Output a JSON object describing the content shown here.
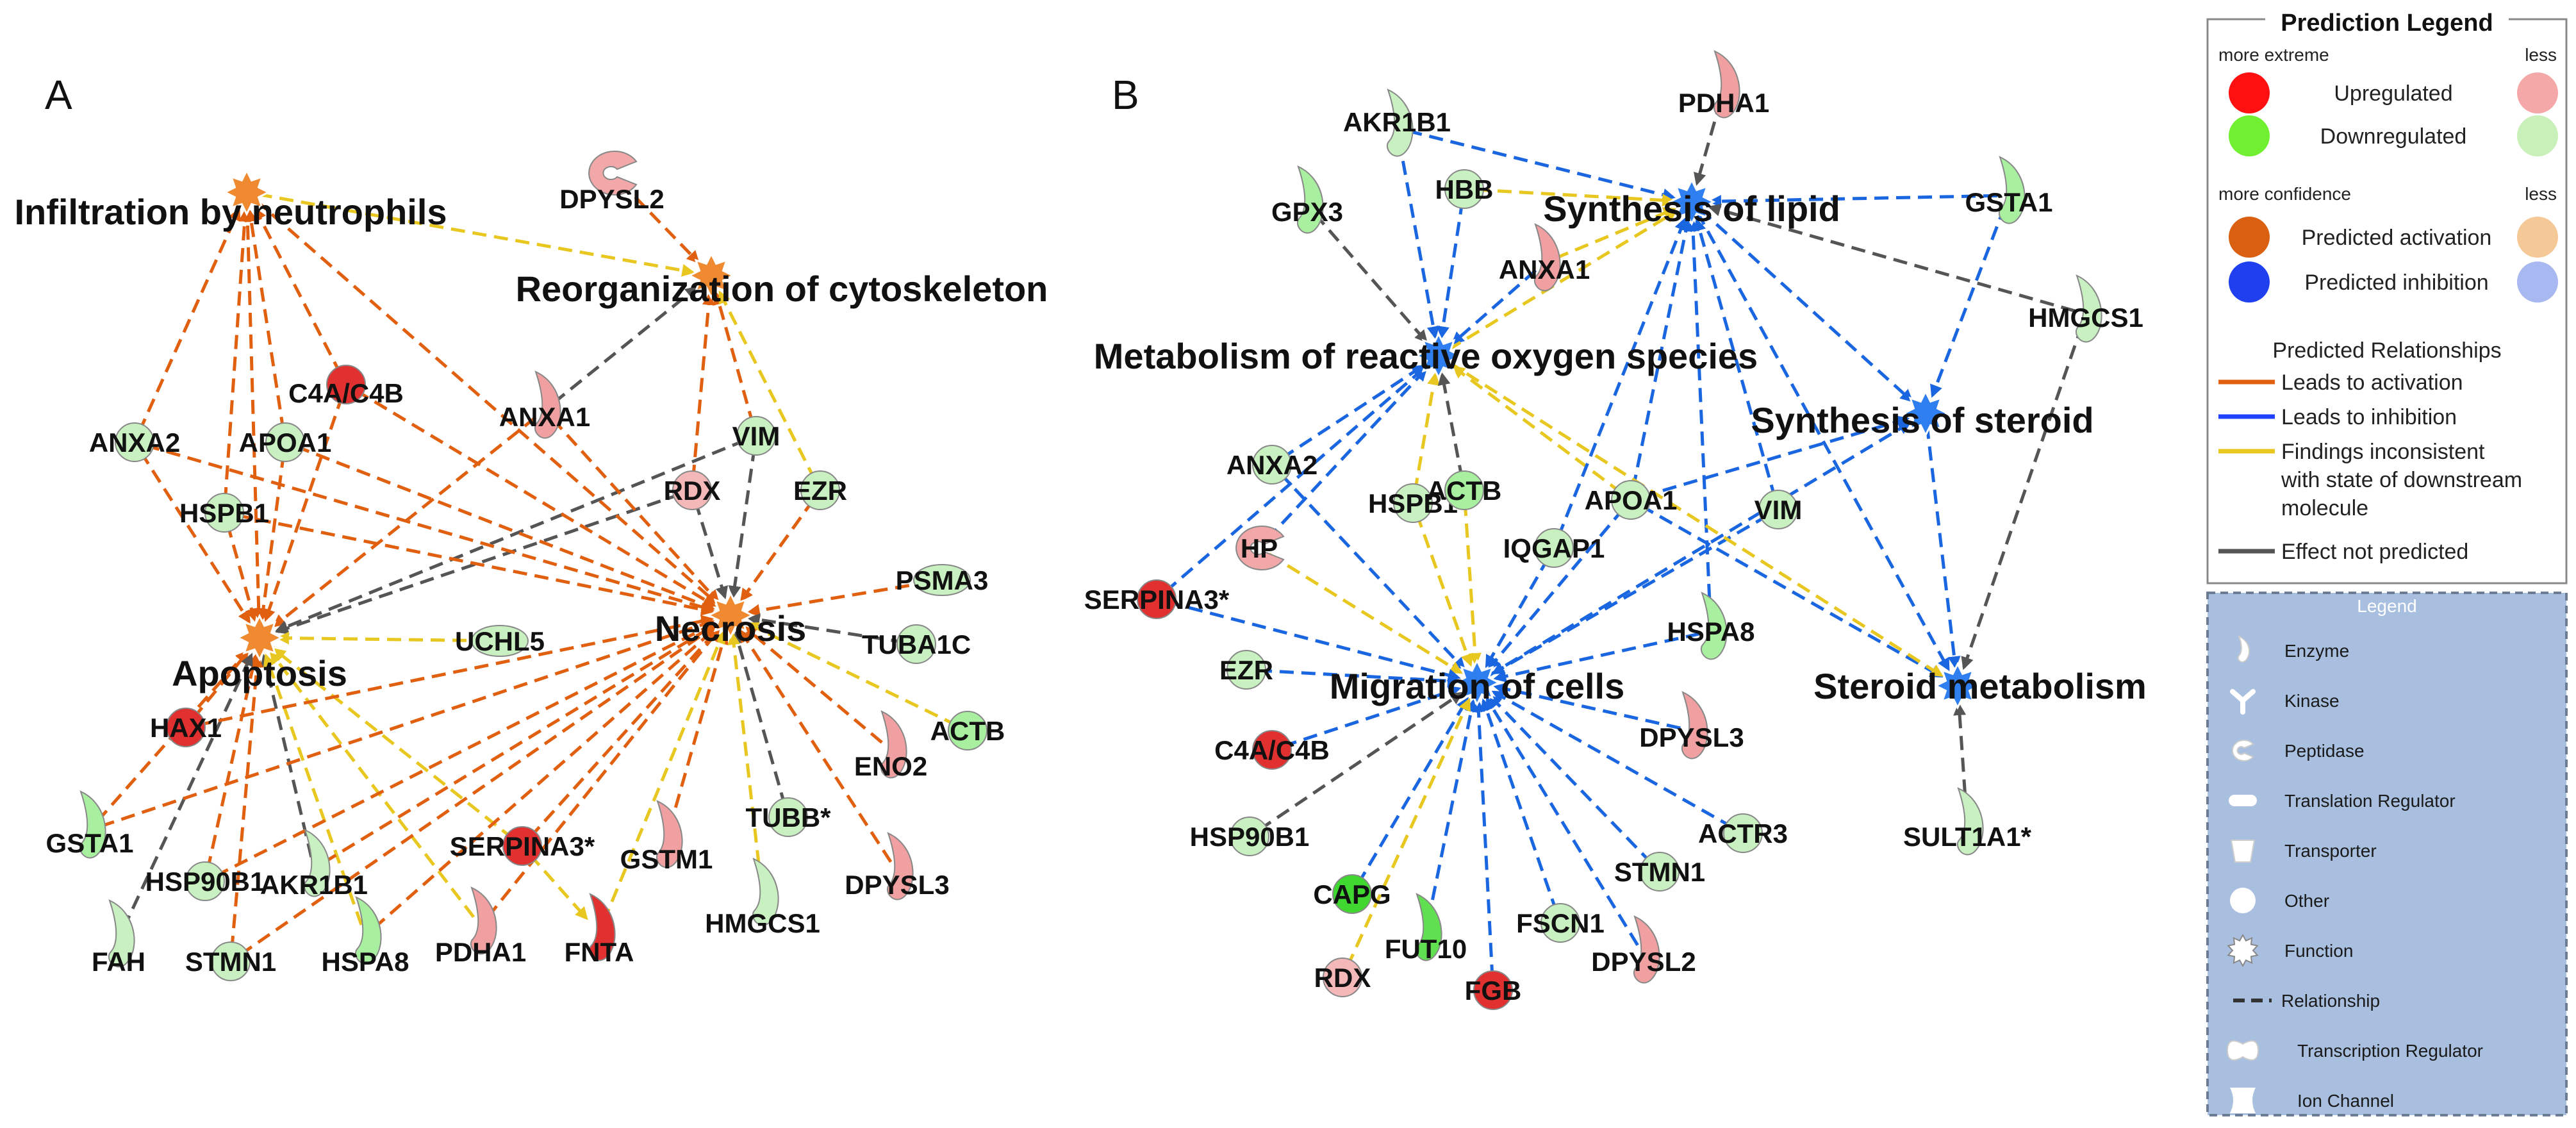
{
  "panel_a": {
    "label": "A",
    "functions": [
      {
        "id": "infiltration",
        "label": "Infiltration by neutrophils"
      },
      {
        "id": "reorganization",
        "label": "Reorganization of cytoskeleton"
      },
      {
        "id": "apoptosis",
        "label": "Apoptosis"
      },
      {
        "id": "necrosis",
        "label": "Necrosis"
      }
    ],
    "molecules": [
      {
        "id": "dpysl2",
        "label": "DPYSL2",
        "shape": "peptidase",
        "color": "#f2a8a8"
      },
      {
        "id": "c4a",
        "label": "C4A/C4B",
        "shape": "circle",
        "color": "#e03030"
      },
      {
        "id": "anxa2",
        "label": "ANXA2",
        "shape": "circle",
        "color": "#c8f0c0"
      },
      {
        "id": "apoa1",
        "label": "APOA1",
        "shape": "circle",
        "color": "#c8f0c0"
      },
      {
        "id": "anxa1",
        "label": "ANXA1",
        "shape": "leaf",
        "color": "#f0a0a0"
      },
      {
        "id": "vim",
        "label": "VIM",
        "shape": "circle",
        "color": "#c8f0c0"
      },
      {
        "id": "rdx",
        "label": "RDX",
        "shape": "circle",
        "color": "#f5b8b8"
      },
      {
        "id": "ezr",
        "label": "EZR",
        "shape": "circle",
        "color": "#c8f0c0"
      },
      {
        "id": "hspb1",
        "label": "HSPB1",
        "shape": "circle",
        "color": "#c8f0c0"
      },
      {
        "id": "psma3",
        "label": "PSMA3",
        "shape": "oval",
        "color": "#c8f0c0"
      },
      {
        "id": "uchl5",
        "label": "UCHL5",
        "shape": "oval",
        "color": "#c8f0c0"
      },
      {
        "id": "tuba1c",
        "label": "TUBA1C",
        "shape": "circle",
        "color": "#c8f0c0"
      },
      {
        "id": "actb",
        "label": "ACTB",
        "shape": "circle",
        "color": "#a8f0a0"
      },
      {
        "id": "hax1",
        "label": "HAX1",
        "shape": "circle",
        "color": "#e03030"
      },
      {
        "id": "eno2",
        "label": "ENO2",
        "shape": "leaf",
        "color": "#f0a0a0"
      },
      {
        "id": "gsta1",
        "label": "GSTA1",
        "shape": "leaf",
        "color": "#a8f0a0"
      },
      {
        "id": "tubb",
        "label": "TUBB*",
        "shape": "circle",
        "color": "#c8f0c0"
      },
      {
        "id": "serpina3",
        "label": "SERPINA3*",
        "shape": "circle",
        "color": "#e03030"
      },
      {
        "id": "gstm1",
        "label": "GSTM1",
        "shape": "leaf",
        "color": "#f0a0a0"
      },
      {
        "id": "hsp90b1",
        "label": "HSP90B1",
        "shape": "circle",
        "color": "#c8f0c0"
      },
      {
        "id": "akr1b1",
        "label": "AKR1B1",
        "shape": "leaf",
        "color": "#c8f0c0"
      },
      {
        "id": "dpysl3",
        "label": "DPYSL3",
        "shape": "leaf",
        "color": "#f0a0a0"
      },
      {
        "id": "hmgcs1",
        "label": "HMGCS1",
        "shape": "leaf",
        "color": "#c8f0c0"
      },
      {
        "id": "fah",
        "label": "FAH",
        "shape": "leaf",
        "color": "#c8f0c0"
      },
      {
        "id": "stmn1",
        "label": "STMN1",
        "shape": "circle",
        "color": "#c8f0c0"
      },
      {
        "id": "hspa8",
        "label": "HSPA8",
        "shape": "leaf",
        "color": "#a8f0a0"
      },
      {
        "id": "pdha1",
        "label": "PDHA1",
        "shape": "leaf",
        "color": "#f0a0a0"
      },
      {
        "id": "fnta",
        "label": "FNTA",
        "shape": "leaf",
        "color": "#e03030"
      }
    ]
  },
  "panel_b": {
    "label": "B",
    "functions": [
      {
        "id": "lipid",
        "label": "Synthesis of lipid"
      },
      {
        "id": "ros",
        "label": "Metabolism of reactive oxygen species"
      },
      {
        "id": "steroid_syn",
        "label": "Synthesis of steroid"
      },
      {
        "id": "migration",
        "label": "Migration of cells"
      },
      {
        "id": "steroid_met",
        "label": "Steroid metabolism"
      }
    ],
    "molecules": [
      {
        "id": "akr1b1",
        "label": "AKR1B1",
        "shape": "leaf",
        "color": "#c8f0c0"
      },
      {
        "id": "pdha1",
        "label": "PDHA1",
        "shape": "leaf",
        "color": "#f0a0a0"
      },
      {
        "id": "gpx3",
        "label": "GPX3",
        "shape": "leaf",
        "color": "#a8f0a0"
      },
      {
        "id": "hbb",
        "label": "HBB",
        "shape": "circle",
        "color": "#c8f0c0"
      },
      {
        "id": "gsta1",
        "label": "GSTA1",
        "shape": "leaf",
        "color": "#a8f0a0"
      },
      {
        "id": "anxa1",
        "label": "ANXA1",
        "shape": "leaf",
        "color": "#f0a0a0"
      },
      {
        "id": "hmgcs1",
        "label": "HMGCS1",
        "shape": "leaf",
        "color": "#c8f0c0"
      },
      {
        "id": "anxa2",
        "label": "ANXA2",
        "shape": "circle",
        "color": "#c8f0c0"
      },
      {
        "id": "hspb1",
        "label": "HSPB1",
        "shape": "circle",
        "color": "#c8f0c0"
      },
      {
        "id": "actb",
        "label": "ACTB",
        "shape": "circle",
        "color": "#a8f0a0"
      },
      {
        "id": "apoa1",
        "label": "APOA1",
        "shape": "circle",
        "color": "#c8f0c0"
      },
      {
        "id": "vim",
        "label": "VIM",
        "shape": "circle",
        "color": "#c8f0c0"
      },
      {
        "id": "hp",
        "label": "HP",
        "shape": "peptidase",
        "color": "#f2a8a8"
      },
      {
        "id": "iqgap1",
        "label": "IQGAP1",
        "shape": "circle",
        "color": "#c8f0c0"
      },
      {
        "id": "serpina3",
        "label": "SERPINA3*",
        "shape": "circle",
        "color": "#e03030"
      },
      {
        "id": "hspa8",
        "label": "HSPA8",
        "shape": "leaf",
        "color": "#a8f0a0"
      },
      {
        "id": "ezr",
        "label": "EZR",
        "shape": "circle",
        "color": "#c8f0c0"
      },
      {
        "id": "c4a",
        "label": "C4A/C4B",
        "shape": "circle",
        "color": "#e03030"
      },
      {
        "id": "dpysl3",
        "label": "DPYSL3",
        "shape": "leaf",
        "color": "#f0a0a0"
      },
      {
        "id": "hsp90b1",
        "label": "HSP90B1",
        "shape": "circle",
        "color": "#c8f0c0"
      },
      {
        "id": "actr3",
        "label": "ACTR3",
        "shape": "circle",
        "color": "#c8f0c0"
      },
      {
        "id": "stmn1",
        "label": "STMN1",
        "shape": "circle",
        "color": "#c8f0c0"
      },
      {
        "id": "capg",
        "label": "CAPG",
        "shape": "circle",
        "color": "#40d830"
      },
      {
        "id": "fut10",
        "label": "FUT10",
        "shape": "leaf",
        "color": "#60e050"
      },
      {
        "id": "fscn1",
        "label": "FSCN1",
        "shape": "circle",
        "color": "#c8f0c0"
      },
      {
        "id": "rdx",
        "label": "RDX",
        "shape": "circle",
        "color": "#f5b8b8"
      },
      {
        "id": "fgb",
        "label": "FGB",
        "shape": "circle",
        "color": "#e03030"
      },
      {
        "id": "dpysl2",
        "label": "DPYSL2",
        "shape": "leaf",
        "color": "#f0a0a0"
      },
      {
        "id": "sult1a1",
        "label": "SULT1A1*",
        "shape": "leaf",
        "color": "#c8f0c0"
      }
    ]
  },
  "prediction_legend": {
    "title": "Prediction Legend",
    "more_extreme": "more extreme",
    "less": "less",
    "upregulated": "Upregulated",
    "downregulated": "Downregulated",
    "more_confidence": "more confidence",
    "less2": "less",
    "predicted_activation": "Predicted activation",
    "predicted_inhibition": "Predicted inhibition",
    "relationships_title": "Predicted Relationships",
    "leads_activation": "Leads to activation",
    "leads_inhibition": "Leads to inhibition",
    "inconsistent_1": "Findings inconsistent",
    "inconsistent_2": "with state of downstream",
    "inconsistent_3": "molecule",
    "effect_not_predicted": "Effect not predicted",
    "colors": {
      "up_strong": "#ff1010",
      "up_weak": "#f5a8a8",
      "down_strong": "#70f030",
      "down_weak": "#c8f0b8",
      "act_strong": "#d86010",
      "act_weak": "#f5c898",
      "inh_strong": "#2040f0",
      "inh_weak": "#a8b8f0",
      "activation_line": "#e06010",
      "inhibition_line": "#2040ff",
      "inconsistent_line": "#e8c820",
      "not_predicted_line": "#555555"
    }
  },
  "shape_legend": {
    "title": "Legend",
    "items": [
      {
        "label": "Enzyme",
        "icon": "enzyme-icon"
      },
      {
        "label": "Kinase",
        "icon": "kinase-icon"
      },
      {
        "label": "Peptidase",
        "icon": "peptidase-icon"
      },
      {
        "label": "Translation Regulator",
        "icon": "translation-regulator-icon"
      },
      {
        "label": "Transporter",
        "icon": "transporter-icon"
      },
      {
        "label": "Other",
        "icon": "other-icon"
      },
      {
        "label": "Function",
        "icon": "function-icon"
      },
      {
        "label": "Relationship",
        "icon": "relationship-icon"
      },
      {
        "label": "Transcription Regulator",
        "icon": "transcription-regulator-icon"
      },
      {
        "label": "Ion Channel",
        "icon": "ion-channel-icon"
      }
    ]
  }
}
